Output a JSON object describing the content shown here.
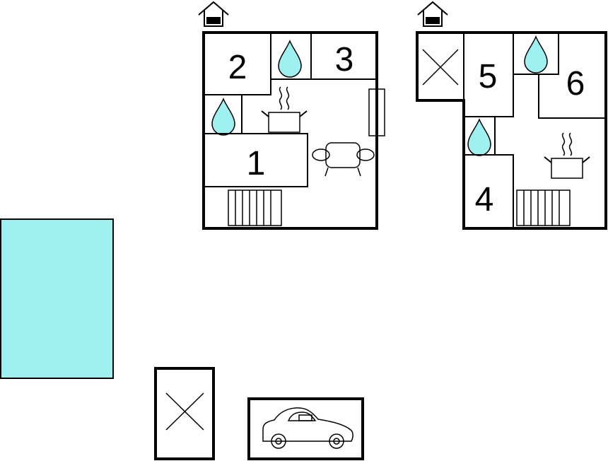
{
  "plan": {
    "rooms": [
      "1",
      "2",
      "3",
      "4",
      "5",
      "6"
    ]
  },
  "colors": {
    "water": "#9ff0f0",
    "pool": "#9ff0f0",
    "line": "#000000",
    "background": "#ffffff"
  },
  "icons": [
    "house-entrance-icon",
    "water-drop-icon",
    "cooking-pot-icon",
    "sofa-icon",
    "radiator-icon",
    "terrace-cross-icon",
    "car-icon"
  ]
}
